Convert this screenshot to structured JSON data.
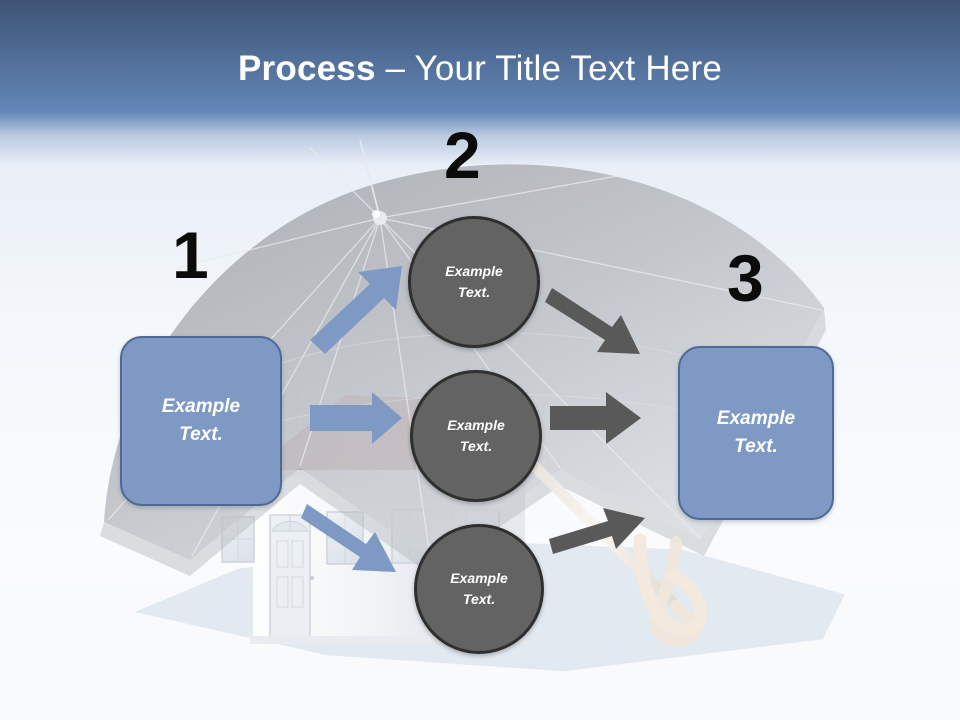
{
  "slide": {
    "title": {
      "bold_part": "Process",
      "rest_part": " – Your Title Text Here",
      "full": "Process – Your Title Text Here"
    },
    "theme": {
      "header_dark": "#3e5475",
      "header_light": "#6387b6",
      "body_background": "#f4f7fb",
      "box_fill": "#7e9ac4",
      "box_border": "#4e6a94",
      "circle_fill": "#636363",
      "circle_border": "#2f2f2f",
      "blue_arrow": "#7e9ac4",
      "gray_arrow": "#595959",
      "number_color": "#0b0b0b",
      "text_color": "#ffffff"
    }
  },
  "steps": [
    {
      "number": "1",
      "label_line1": "Example",
      "label_line2": "Text."
    },
    {
      "number": "2",
      "label_line1": "Example",
      "label_line2": "Text."
    },
    {
      "number": "3",
      "label_line1": "Example",
      "label_line2": "Text."
    }
  ],
  "boxes": {
    "left": {
      "line1": "Example",
      "line2": "Text."
    },
    "right": {
      "line1": "Example",
      "line2": "Text."
    }
  },
  "circles": [
    {
      "line1": "Example",
      "line2": "Text."
    },
    {
      "line1": "Example",
      "line2": "Text."
    },
    {
      "line1": "Example",
      "line2": "Text."
    }
  ],
  "arrows": [
    {
      "name": "blue-arrow-up-right",
      "color": "#7e9ac4",
      "direction": "up-right"
    },
    {
      "name": "blue-arrow-right",
      "color": "#7e9ac4",
      "direction": "right"
    },
    {
      "name": "blue-arrow-down-right",
      "color": "#7e9ac4",
      "direction": "down-right"
    },
    {
      "name": "gray-arrow-down-right",
      "color": "#595959",
      "direction": "down-right"
    },
    {
      "name": "gray-arrow-right",
      "color": "#595959",
      "direction": "right"
    },
    {
      "name": "gray-arrow-up-right",
      "color": "#595959",
      "direction": "up-right"
    }
  ],
  "illustration": {
    "umbrella": {
      "canopy_color": "#b6b9bd",
      "handle_color": "#efe3d6"
    },
    "house": {
      "roof_color": "#d98f8f",
      "wall_color": "#f3f5f7",
      "chimney_color": "#f5f5f5"
    }
  }
}
